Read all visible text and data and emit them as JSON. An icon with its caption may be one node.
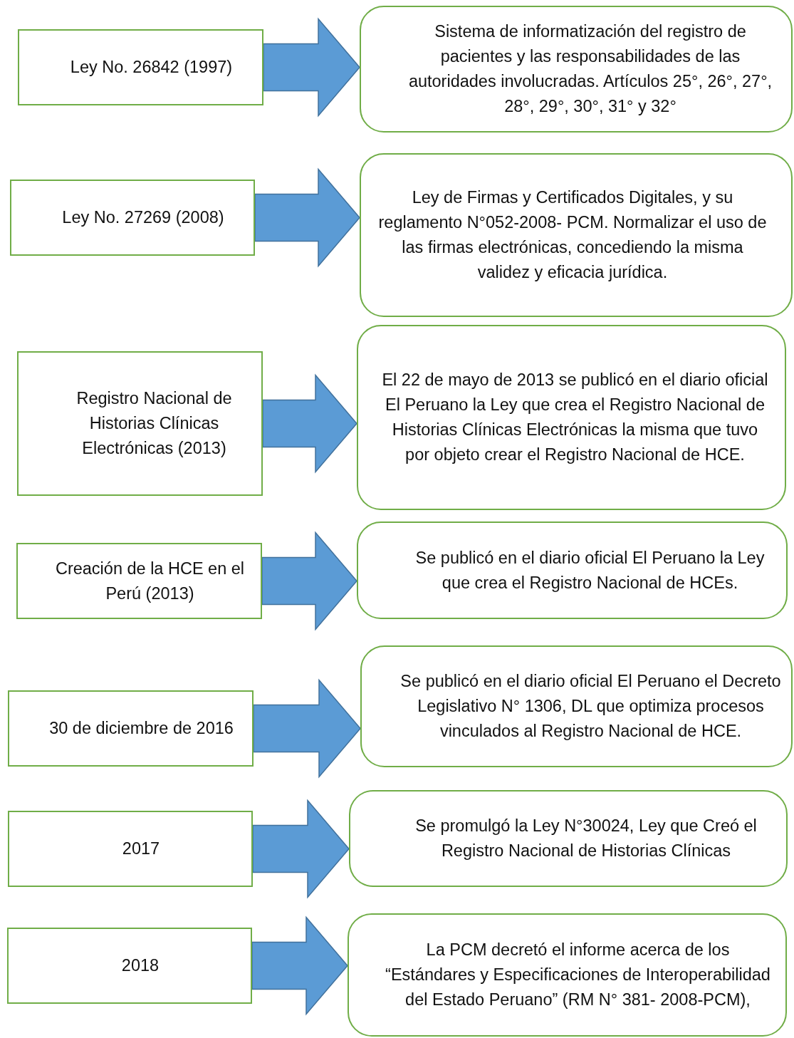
{
  "diagram": {
    "nodes": [
      {
        "text": [
          "Ley No. 26842 (1997)"
        ]
      },
      {
        "text": [
          "Sistema de informatización del registro de pacientes y las responsabilidades de las autoridades involucradas. Artículos 25°, 26°, 27°, 28°, 29°, 30°, 31° y 32°"
        ]
      },
      {
        "text": [
          "Ley No. 27269 (2008)"
        ]
      },
      {
        "text": [
          "Ley de Firmas y Certificados Digitales, y su reglamento N°052-2008- PCM. Normalizar el uso de las firmas electrónicas, concediendo la misma validez y eficacia jurídica."
        ]
      },
      {
        "text": [
          "Registro Nacional de Historias Clínicas Electrónicas (2013)"
        ]
      },
      {
        "text": [
          "El 22 de mayo de 2013 se publicó en el diario oficial El Peruano la Ley que crea el Registro Nacional de Historias Clínicas Electrónicas la misma que tuvo por objeto crear el Registro Nacional de HCE."
        ]
      },
      {
        "text": [
          "Creación de la HCE en el Perú (2013)"
        ]
      },
      {
        "text": [
          "Se publicó en el diario oficial El Peruano la Ley que crea el Registro Nacional de HCEs."
        ]
      },
      {
        "text": [
          "30 de diciembre de 2016"
        ]
      },
      {
        "text": [
          "Se publicó en el diario oficial El Peruano el Decreto Legislativo N° 1306, DL que optimiza procesos vinculados al Registro Nacional de HCE."
        ]
      },
      {
        "text": [
          "2017"
        ]
      },
      {
        "text": [
          "Se promulgó la Ley N°30024, Ley que Creó el Registro Nacional de Historias Clínicas"
        ]
      },
      {
        "text": [
          "2018"
        ]
      },
      {
        "text": [
          "La PCM decretó el informe acerca de los “Estándares y Especificaciones de Interoperabilidad del Estado Peruano” (RM N° 381- 2008-PCM),"
        ]
      }
    ],
    "edges": [
      {
        "from": 0,
        "to": 1,
        "arrow": "to"
      },
      {
        "from": 2,
        "to": 3,
        "arrow": "to"
      },
      {
        "from": 4,
        "to": 5,
        "arrow": "to"
      },
      {
        "from": 6,
        "to": 7,
        "arrow": "to"
      },
      {
        "from": 8,
        "to": 9,
        "arrow": "to"
      },
      {
        "from": 10,
        "to": 11,
        "arrow": "to"
      },
      {
        "from": 12,
        "to": 13,
        "arrow": "to"
      }
    ]
  }
}
